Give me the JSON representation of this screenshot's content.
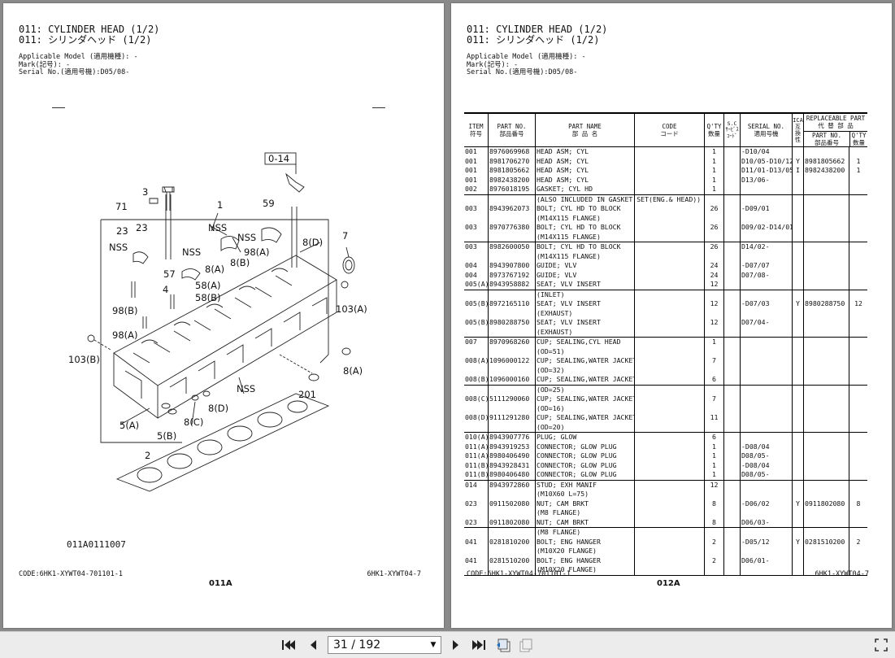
{
  "left_page": {
    "title_en": "011: CYLINDER HEAD (1/2)",
    "title_jp": "011: シリンダヘッド (1/2)",
    "applicable_model": "Applicable Model (適用機種): -",
    "mark": "Mark(記号): -",
    "serial": "Serial No.(適用号機):D05/08-",
    "code": "CODE:6HK1-XYWT04-701101-1",
    "model": "6HK1-XYWT04-7",
    "page_label": "011A",
    "diagram": {
      "labels": [
        "0-14",
        "3",
        "71",
        "59",
        "1",
        "NSS",
        "NSS",
        "23",
        "23",
        "NSS",
        "NSS",
        "98(A)",
        "8(D)",
        "7",
        "57",
        "4",
        "58(A)",
        "58(B)",
        "8(A)",
        "8(B)",
        "98(B)",
        "98(A)",
        "103(A)",
        "103(B)",
        "NSS",
        "201",
        "8(A)",
        "8(D)",
        "8(C)",
        "5(A)",
        "5(B)",
        "2"
      ],
      "figure_code": "011A0111007"
    }
  },
  "right_page": {
    "title_en": "011: CYLINDER HEAD (1/2)",
    "title_jp": "011: シリンダヘッド (1/2)",
    "applicable_model": "Applicable Model (適用機種): -",
    "mark": "Mark(記号): -",
    "serial": "Serial No.(適用号機):D05/08-",
    "code": "CODE:6HK1-XYWT04-701101-1",
    "model": "6HK1-XYWT04-7",
    "page_label": "012A",
    "table_headers": {
      "item": [
        "ITEM",
        "符号"
      ],
      "part_no": [
        "PART NO.",
        "部品番号"
      ],
      "part_name": [
        "PART NAME",
        "部 品 名"
      ],
      "code": [
        "CODE",
        "コード"
      ],
      "qty": [
        "Q'TY",
        "数量"
      ],
      "sc": [
        "S.C",
        "ｻｰﾋﾞｽ",
        "ｺｰﾄﾞ"
      ],
      "serial": [
        "SERIAL NO.",
        "適用号機"
      ],
      "ica": [
        "ICA",
        "互",
        "換",
        "性"
      ],
      "replaceable": [
        "REPLACEABLE PART",
        "代 替 部 品"
      ],
      "rep_part_no": [
        "PART NO.",
        "部品番号"
      ],
      "rep_qty": [
        "Q'TY",
        "数量"
      ]
    },
    "rows": [
      {
        "item": "001",
        "pn": "8976069968",
        "name": "HEAD ASM; CYL",
        "code": "",
        "qty": "1",
        "sc": "",
        "serial": "-D10/04",
        "ica": "",
        "rpn": "",
        "rqty": "",
        "sep": false
      },
      {
        "item": "001",
        "pn": "8981706270",
        "name": "HEAD ASM; CYL",
        "code": "",
        "qty": "1",
        "sc": "",
        "serial": "D10/05-D10/12",
        "ica": "Y",
        "rpn": "8981805662",
        "rqty": "1",
        "sep": false
      },
      {
        "item": "001",
        "pn": "8981805662",
        "name": "HEAD ASM; CYL",
        "code": "",
        "qty": "1",
        "sc": "",
        "serial": "D11/01-D13/05",
        "ica": "I",
        "rpn": "8982438200",
        "rqty": "1",
        "sep": false
      },
      {
        "item": "001",
        "pn": "8982438200",
        "name": "HEAD ASM; CYL",
        "code": "",
        "qty": "1",
        "sc": "",
        "serial": "D13/06-",
        "ica": "",
        "rpn": "",
        "rqty": "",
        "sep": false
      },
      {
        "item": "002",
        "pn": "8976018195",
        "name": "GASKET; CYL HD",
        "code": "",
        "qty": "1",
        "sc": "",
        "serial": "",
        "ica": "",
        "rpn": "",
        "rqty": "",
        "sep": false
      },
      {
        "item": "",
        "pn": "",
        "name": "(ALSO INCLUDED IN GASKET SET(ENG.& HEAD))",
        "code": "",
        "qty": "",
        "sc": "",
        "serial": "",
        "ica": "",
        "rpn": "",
        "rqty": "",
        "sep": true,
        "wide": true
      },
      {
        "item": "003",
        "pn": "8943962073",
        "name": "BOLT; CYL HD TO BLOCK",
        "code": "",
        "qty": "26",
        "sc": "",
        "serial": "-D09/01",
        "ica": "",
        "rpn": "",
        "rqty": "",
        "sep": false
      },
      {
        "item": "",
        "pn": "",
        "name": "(M14X115 FLANGE)",
        "code": "",
        "qty": "",
        "sc": "",
        "serial": "",
        "ica": "",
        "rpn": "",
        "rqty": "",
        "sep": false
      },
      {
        "item": "003",
        "pn": "8970776380",
        "name": "BOLT; CYL HD TO BLOCK",
        "code": "",
        "qty": "26",
        "sc": "",
        "serial": "D09/02-D14/01",
        "ica": "",
        "rpn": "",
        "rqty": "",
        "sep": false
      },
      {
        "item": "",
        "pn": "",
        "name": "(M14X115 FLANGE)",
        "code": "",
        "qty": "",
        "sc": "",
        "serial": "",
        "ica": "",
        "rpn": "",
        "rqty": "",
        "sep": false
      },
      {
        "item": "003",
        "pn": "8982600050",
        "name": "BOLT; CYL HD TO BLOCK",
        "code": "",
        "qty": "26",
        "sc": "",
        "serial": "D14/02-",
        "ica": "",
        "rpn": "",
        "rqty": "",
        "sep": true
      },
      {
        "item": "",
        "pn": "",
        "name": "(M14X115 FLANGE)",
        "code": "",
        "qty": "",
        "sc": "",
        "serial": "",
        "ica": "",
        "rpn": "",
        "rqty": "",
        "sep": false
      },
      {
        "item": "004",
        "pn": "8943907800",
        "name": "GUIDE; VLV",
        "code": "",
        "qty": "24",
        "sc": "",
        "serial": "-D07/07",
        "ica": "",
        "rpn": "",
        "rqty": "",
        "sep": false
      },
      {
        "item": "004",
        "pn": "8973767192",
        "name": "GUIDE; VLV",
        "code": "",
        "qty": "24",
        "sc": "",
        "serial": "D07/08-",
        "ica": "",
        "rpn": "",
        "rqty": "",
        "sep": false
      },
      {
        "item": "005(A)",
        "pn": "8943958882",
        "name": "SEAT; VLV INSERT",
        "code": "",
        "qty": "12",
        "sc": "",
        "serial": "",
        "ica": "",
        "rpn": "",
        "rqty": "",
        "sep": false
      },
      {
        "item": "",
        "pn": "",
        "name": "(INLET)",
        "code": "",
        "qty": "",
        "sc": "",
        "serial": "",
        "ica": "",
        "rpn": "",
        "rqty": "",
        "sep": true
      },
      {
        "item": "005(B)",
        "pn": "8972165110",
        "name": "SEAT; VLV INSERT",
        "code": "",
        "qty": "12",
        "sc": "",
        "serial": "-D07/03",
        "ica": "Y",
        "rpn": "8980288750",
        "rqty": "12",
        "sep": false
      },
      {
        "item": "",
        "pn": "",
        "name": "(EXHAUST)",
        "code": "",
        "qty": "",
        "sc": "",
        "serial": "",
        "ica": "",
        "rpn": "",
        "rqty": "",
        "sep": false
      },
      {
        "item": "005(B)",
        "pn": "8980288750",
        "name": "SEAT; VLV INSERT",
        "code": "",
        "qty": "12",
        "sc": "",
        "serial": "D07/04-",
        "ica": "",
        "rpn": "",
        "rqty": "",
        "sep": false
      },
      {
        "item": "",
        "pn": "",
        "name": "(EXHAUST)",
        "code": "",
        "qty": "",
        "sc": "",
        "serial": "",
        "ica": "",
        "rpn": "",
        "rqty": "",
        "sep": false
      },
      {
        "item": "007",
        "pn": "8970968260",
        "name": "CUP; SEALING,CYL HEAD",
        "code": "",
        "qty": "1",
        "sc": "",
        "serial": "",
        "ica": "",
        "rpn": "",
        "rqty": "",
        "sep": true
      },
      {
        "item": "",
        "pn": "",
        "name": "(OD=51)",
        "code": "",
        "qty": "",
        "sc": "",
        "serial": "",
        "ica": "",
        "rpn": "",
        "rqty": "",
        "sep": false
      },
      {
        "item": "008(A)",
        "pn": "1096000122",
        "name": "CUP; SEALING,WATER JACKET",
        "code": "",
        "qty": "7",
        "sc": "",
        "serial": "",
        "ica": "",
        "rpn": "",
        "rqty": "",
        "sep": false
      },
      {
        "item": "",
        "pn": "",
        "name": "(OD=32)",
        "code": "",
        "qty": "",
        "sc": "",
        "serial": "",
        "ica": "",
        "rpn": "",
        "rqty": "",
        "sep": false
      },
      {
        "item": "008(B)",
        "pn": "1096000160",
        "name": "CUP; SEALING,WATER JACKET",
        "code": "",
        "qty": "6",
        "sc": "",
        "serial": "",
        "ica": "",
        "rpn": "",
        "rqty": "",
        "sep": false
      },
      {
        "item": "",
        "pn": "",
        "name": "(OD=25)",
        "code": "",
        "qty": "",
        "sc": "",
        "serial": "",
        "ica": "",
        "rpn": "",
        "rqty": "",
        "sep": true
      },
      {
        "item": "008(C)",
        "pn": "5111290060",
        "name": "CUP; SEALING,WATER JACKET",
        "code": "",
        "qty": "7",
        "sc": "",
        "serial": "",
        "ica": "",
        "rpn": "",
        "rqty": "",
        "sep": false
      },
      {
        "item": "",
        "pn": "",
        "name": "(OD=16)",
        "code": "",
        "qty": "",
        "sc": "",
        "serial": "",
        "ica": "",
        "rpn": "",
        "rqty": "",
        "sep": false
      },
      {
        "item": "008(D)",
        "pn": "9111291280",
        "name": "CUP; SEALING,WATER JACKET",
        "code": "",
        "qty": "11",
        "sc": "",
        "serial": "",
        "ica": "",
        "rpn": "",
        "rqty": "",
        "sep": false
      },
      {
        "item": "",
        "pn": "",
        "name": "(OD=20)",
        "code": "",
        "qty": "",
        "sc": "",
        "serial": "",
        "ica": "",
        "rpn": "",
        "rqty": "",
        "sep": false
      },
      {
        "item": "010(A)",
        "pn": "8943907776",
        "name": "PLUG; GLOW",
        "code": "",
        "qty": "6",
        "sc": "",
        "serial": "",
        "ica": "",
        "rpn": "",
        "rqty": "",
        "sep": true
      },
      {
        "item": "011(A)",
        "pn": "8943919253",
        "name": "CONNECTOR; GLOW PLUG",
        "code": "",
        "qty": "1",
        "sc": "",
        "serial": "-D08/04",
        "ica": "",
        "rpn": "",
        "rqty": "",
        "sep": false
      },
      {
        "item": "011(A)",
        "pn": "8980406490",
        "name": "CONNECTOR; GLOW PLUG",
        "code": "",
        "qty": "1",
        "sc": "",
        "serial": "D08/05-",
        "ica": "",
        "rpn": "",
        "rqty": "",
        "sep": false
      },
      {
        "item": "011(B)",
        "pn": "8943928431",
        "name": "CONNECTOR; GLOW PLUG",
        "code": "",
        "qty": "1",
        "sc": "",
        "serial": "-D08/04",
        "ica": "",
        "rpn": "",
        "rqty": "",
        "sep": false
      },
      {
        "item": "011(B)",
        "pn": "8980406480",
        "name": "CONNECTOR; GLOW PLUG",
        "code": "",
        "qty": "1",
        "sc": "",
        "serial": "D08/05-",
        "ica": "",
        "rpn": "",
        "rqty": "",
        "sep": false
      },
      {
        "item": "014",
        "pn": "8943972860",
        "name": "STUD; EXH MANIF",
        "code": "",
        "qty": "12",
        "sc": "",
        "serial": "",
        "ica": "",
        "rpn": "",
        "rqty": "",
        "sep": true
      },
      {
        "item": "",
        "pn": "",
        "name": "(M10X60 L=75)",
        "code": "",
        "qty": "",
        "sc": "",
        "serial": "",
        "ica": "",
        "rpn": "",
        "rqty": "",
        "sep": false
      },
      {
        "item": "023",
        "pn": "0911502080",
        "name": "NUT; CAM BRKT",
        "code": "",
        "qty": "8",
        "sc": "",
        "serial": "-D06/02",
        "ica": "Y",
        "rpn": "0911802080",
        "rqty": "8",
        "sep": false
      },
      {
        "item": "",
        "pn": "",
        "name": "(M8 FLANGE)",
        "code": "",
        "qty": "",
        "sc": "",
        "serial": "",
        "ica": "",
        "rpn": "",
        "rqty": "",
        "sep": false
      },
      {
        "item": "023",
        "pn": "0911802080",
        "name": "NUT; CAM BRKT",
        "code": "",
        "qty": "8",
        "sc": "",
        "serial": "D06/03-",
        "ica": "",
        "rpn": "",
        "rqty": "",
        "sep": false
      },
      {
        "item": "",
        "pn": "",
        "name": "(M8 FLANGE)",
        "code": "",
        "qty": "",
        "sc": "",
        "serial": "",
        "ica": "",
        "rpn": "",
        "rqty": "",
        "sep": true
      },
      {
        "item": "041",
        "pn": "0281810200",
        "name": "BOLT; ENG HANGER",
        "code": "",
        "qty": "2",
        "sc": "",
        "serial": "-D05/12",
        "ica": "Y",
        "rpn": "0281510200",
        "rqty": "2",
        "sep": false
      },
      {
        "item": "",
        "pn": "",
        "name": "(M10X20 FLANGE)",
        "code": "",
        "qty": "",
        "sc": "",
        "serial": "",
        "ica": "",
        "rpn": "",
        "rqty": "",
        "sep": false
      },
      {
        "item": "041",
        "pn": "0281510200",
        "name": "BOLT; ENG HANGER",
        "code": "",
        "qty": "2",
        "sc": "",
        "serial": "D06/01-",
        "ica": "",
        "rpn": "",
        "rqty": "",
        "sep": false
      },
      {
        "item": "",
        "pn": "",
        "name": "(M10X20 FLANGE)",
        "code": "",
        "qty": "",
        "sc": "",
        "serial": "",
        "ica": "",
        "rpn": "",
        "rqty": "",
        "sep": false
      }
    ]
  },
  "toolbar": {
    "page_indicator": "31 / 192",
    "icons": [
      "first-page-icon",
      "prev-page-icon",
      "next-page-icon",
      "last-page-icon",
      "go-back-icon",
      "go-forward-icon",
      "fullscreen-icon"
    ]
  }
}
